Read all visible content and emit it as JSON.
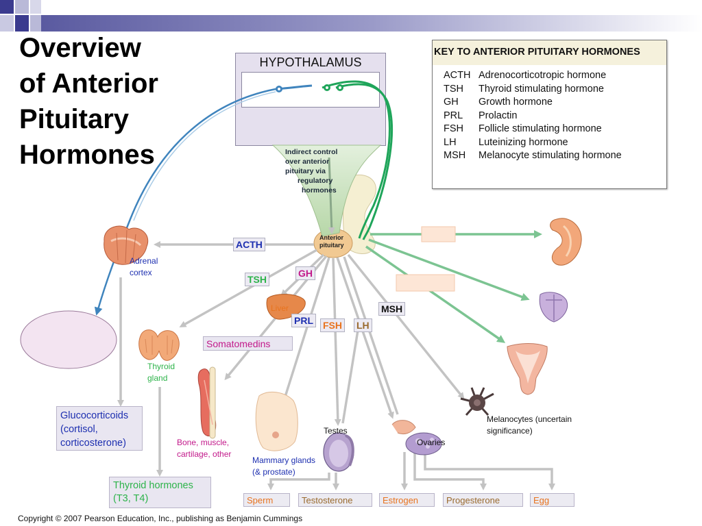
{
  "slide_title": [
    "Overview",
    "of Anterior",
    "Pituitary",
    "Hormones"
  ],
  "hypothalamus": {
    "label": "HYPOTHALAMUS",
    "indirect_control": [
      "Indirect control",
      "over anterior",
      "pituitary via",
      "regulatory",
      "hormones"
    ]
  },
  "anterior_pituitary": [
    "Anterior",
    "pituitary"
  ],
  "key": {
    "title": "KEY TO ANTERIOR PITUITARY HORMONES",
    "rows": [
      {
        "abbr": "ACTH",
        "name": "Adrenocorticotropic hormone"
      },
      {
        "abbr": "TSH",
        "name": "Thyroid stimulating hormone"
      },
      {
        "abbr": "GH",
        "name": "Growth hormone"
      },
      {
        "abbr": "PRL",
        "name": "Prolactin"
      },
      {
        "abbr": "FSH",
        "name": "Follicle stimulating hormone"
      },
      {
        "abbr": "LH",
        "name": "Luteinizing hormone"
      },
      {
        "abbr": "MSH",
        "name": "Melanocyte stimulating hormone"
      }
    ]
  },
  "hormones": {
    "acth": "ACTH",
    "tsh": "TSH",
    "gh": "GH",
    "msh": "MSH",
    "prl": "PRL",
    "fsh": "FSH",
    "lh": "LH"
  },
  "targets": {
    "adrenal": [
      "Adrenal",
      "cortex"
    ],
    "liver": "Liver",
    "thyroid": [
      "Thyroid",
      "gland"
    ],
    "somatomedins": "Somatomedins",
    "bone": [
      "Bone, muscle,",
      "cartilage, other"
    ],
    "mammary": [
      "Mammary glands",
      "(& prostate)"
    ],
    "testes": "Testes",
    "ovaries": "Ovaries",
    "melanocytes": [
      "Melanocytes (uncertain",
      "significance)"
    ]
  },
  "products": {
    "glucocorticoids": [
      "Glucocorticoids",
      "(cortisol,",
      "corticosterone)"
    ],
    "thyroid_hormones": [
      "Thyroid hormones",
      "(T3, T4)"
    ],
    "outputs": [
      "Sperm",
      "Testosterone",
      "Estrogen",
      "Progesterone",
      "Egg"
    ]
  },
  "colors": {
    "tsh": "#2db34a",
    "gh": "#c2188a",
    "prl": "#1d2fb0",
    "fsh": "#e8731e",
    "lh": "#9a6a2e",
    "acth": "#1d2fb0",
    "msh": "#111111",
    "arrow_gray": "#c3c3c3",
    "arrow_green": "#7cc492",
    "arrow_blue": "#3f84bd",
    "neuron_green": "#1fa55a"
  },
  "copyright": "Copyright © 2007 Pearson Education, Inc., publishing as Benjamin Cummings"
}
